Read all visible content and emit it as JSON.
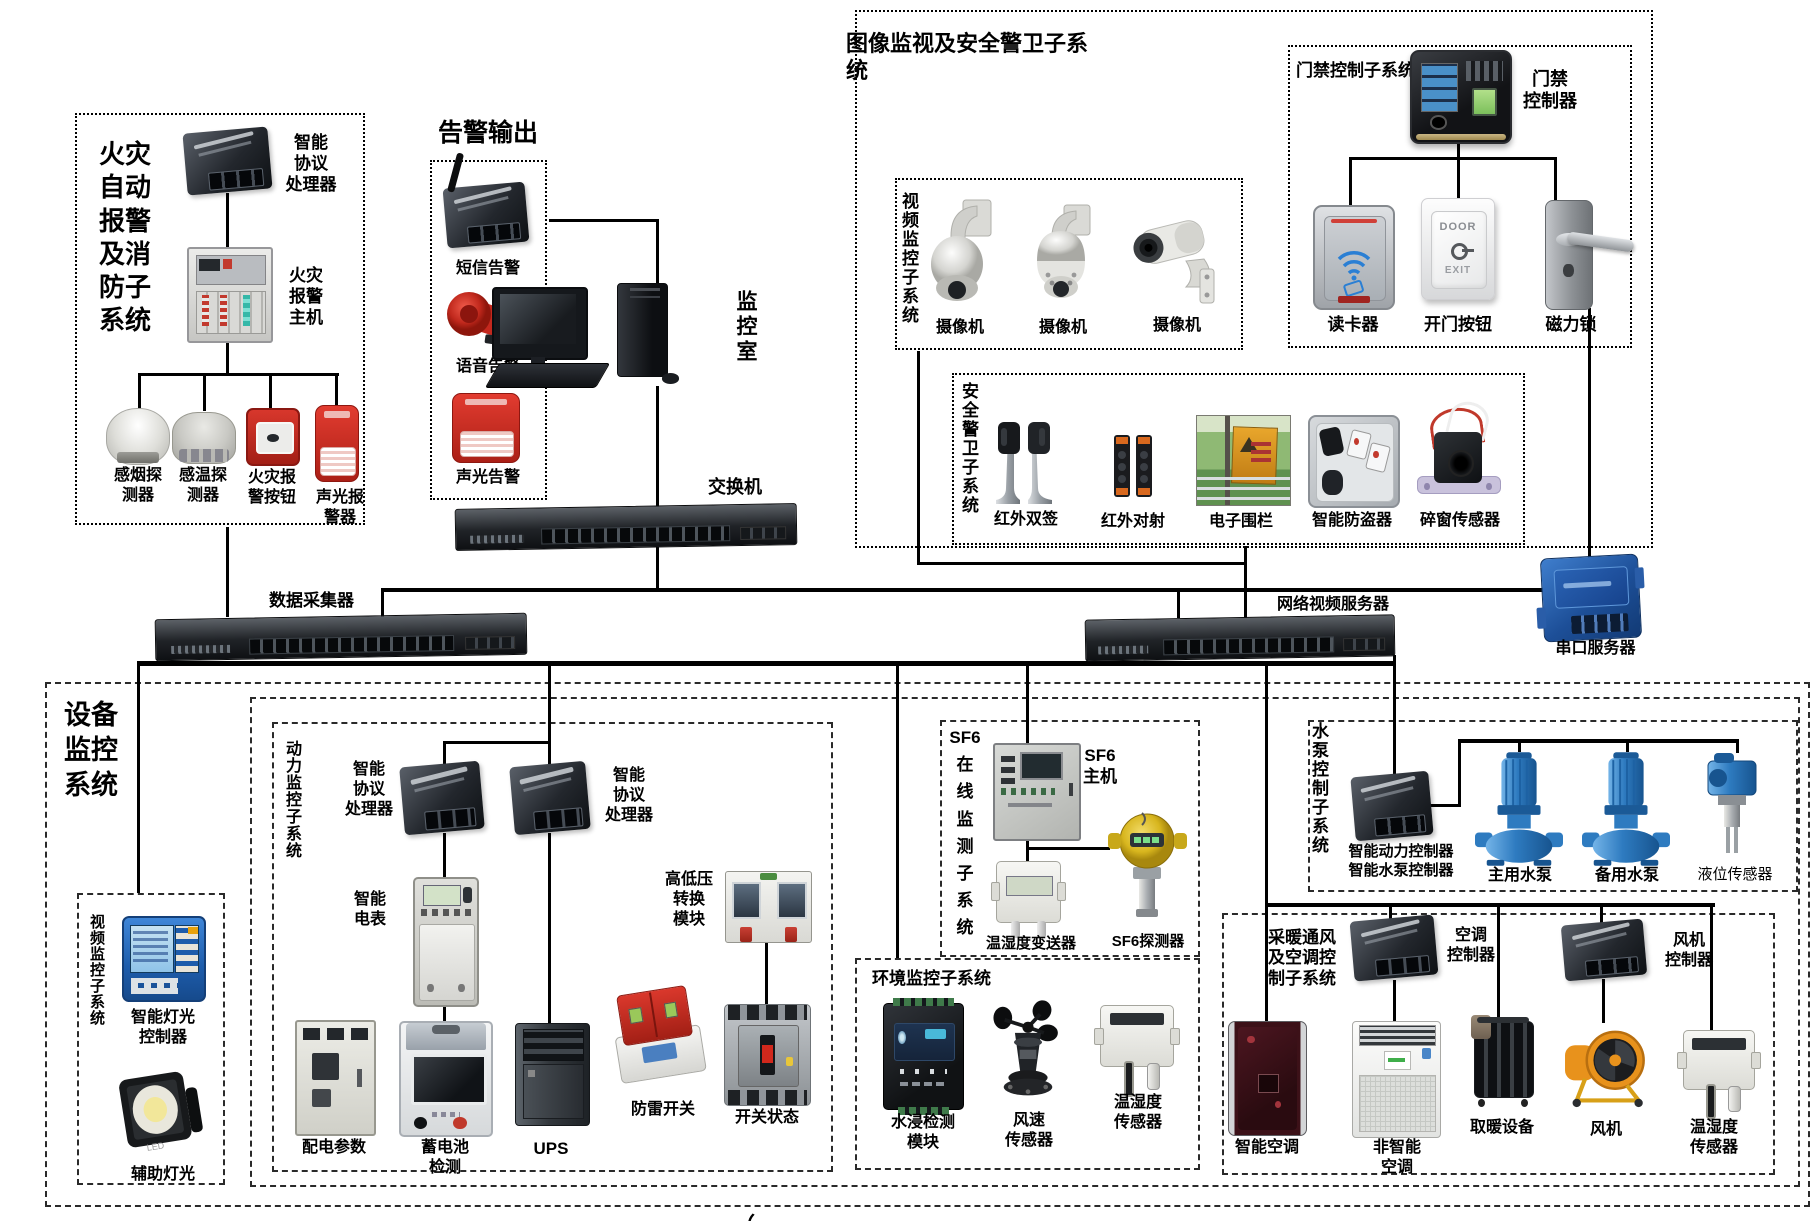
{
  "caption": "（ ）",
  "fire": {
    "title": "火灾自动报警及消防子系统",
    "processor": "智能\n协议\n处理器",
    "host": "火灾\n报警\n主机",
    "smoke": "感烟探\n测器",
    "heat": "感温探\n测器",
    "button": "火灾报\n警按钮",
    "strobe": "声光报\n警器"
  },
  "alarm": {
    "title": "告警输出",
    "sms": "短信告警",
    "voice": "语音告警",
    "strobe": "声光告警"
  },
  "monitor": {
    "room": "监控室",
    "switch": "交换机"
  },
  "surveillance": {
    "title": "图像监视及安全警卫子系统",
    "video": {
      "subtitle": "视频监控子系统",
      "cameras": [
        "摄像机",
        "摄像机",
        "摄像机"
      ]
    },
    "access": {
      "subtitle": "门禁控制子系统",
      "controller": "门禁\n控制器",
      "reader": "读卡器",
      "door_button": "开门按钮",
      "door_button_face": {
        "top": "DOOR",
        "bottom": "EXIT"
      },
      "lock": "磁力锁"
    },
    "security": {
      "subtitle": "安全警卫子系统",
      "items": [
        "红外双签",
        "红外对射",
        "电子围栏",
        "智能防盗器",
        "碎窗传感器"
      ]
    }
  },
  "middle": {
    "collector": "数据采集器",
    "nvr": "网络视频服务器",
    "serial": "串口服务器"
  },
  "equipment": {
    "title": "设备监控系统",
    "lighting": {
      "subtitle": "视频监控子系统",
      "controller": "智能灯光\n控制器",
      "aux": "辅助灯光",
      "led": "LED"
    },
    "power": {
      "subtitle": "动力监控子系统",
      "proc1": "智能\n协议\n处理器",
      "proc2": "智能\n协议\n处理器",
      "meter": "智能\n电表",
      "hv": "高低压\n转换\n模块",
      "dist": "配电参数",
      "battery": "蓄电池\n检测",
      "ups": "UPS",
      "surge": "防雷开关",
      "breaker": "开关状态"
    },
    "sf6": {
      "subtitle": "SF6\n在\n线\n监\n测\n子\n系\n统",
      "host": "SF6\n主机",
      "th": "温湿度变送器",
      "detector": "SF6探测器"
    },
    "env": {
      "subtitle": "环境监控子系统",
      "water": "水浸检测\n模块",
      "wind": "风速\n传感器",
      "th": "温湿度\n传感器"
    },
    "pump": {
      "subtitle": "水泵控制子系统",
      "controller": "智能动力控制器\n智能水泵控制器",
      "main": "主用水泵",
      "backup": "备用水泵",
      "level": "液位传感器"
    },
    "hvac": {
      "subtitle": "采暖通风及空调控制子系统",
      "ac_controller": "空调\n控制器",
      "fan_controller": "风机\n控制器",
      "smart_ac": "智能空调",
      "normal_ac": "非智能\n空调",
      "heater": "取暖设备",
      "fan": "风机",
      "th": "温湿度\n传感器"
    }
  }
}
